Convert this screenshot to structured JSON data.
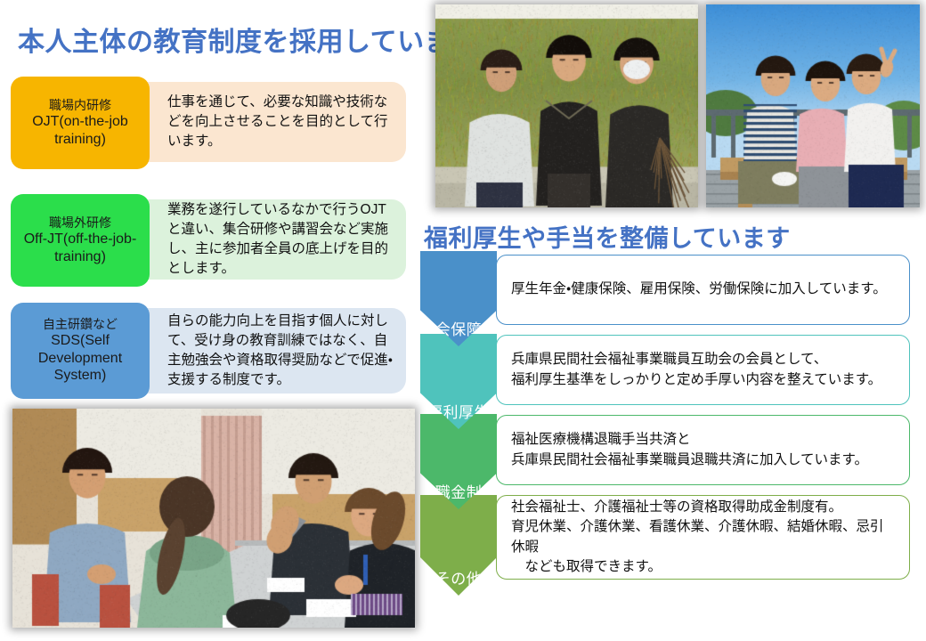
{
  "education": {
    "title": "本人主体の教育制度を採用しています",
    "title_color": "#4472C4",
    "rows": [
      {
        "tag_jp": "職場内研修",
        "tag_en": "OJT(on-the-job training)",
        "tag_color": "#F7B500",
        "desc_color": "#FBE6D0",
        "desc": "仕事を通じて、必要な知識や技術などを向上させることを目的として行います。"
      },
      {
        "tag_jp": "職場外研修",
        "tag_en": "Off-JT(off-the-job-training)",
        "tag_color": "#2BDE4B",
        "desc_color": "#DCF2DC",
        "desc": "業務を遂行しているなかで行うOJTと違い、集合研修や講習会など実施し、主に参加者全員の底上げを目的とします。"
      },
      {
        "tag_jp": "自主研鑽など",
        "tag_en": "SDS(Self Development System)",
        "tag_color": "#5B9BD5",
        "desc_color": "#DCE6F1",
        "desc": "自らの能力向上を目指す個人に対して、受け身の教育訓練ではなく、自主勉強会や資格取得奨励などで促進・支援する制度です。"
      }
    ]
  },
  "benefits": {
    "title": "福利厚生や手当を整備しています",
    "title_color": "#4472C4",
    "rows": [
      {
        "label": "社会保障等",
        "color": "#4A90C9",
        "text": "厚生年金・健康保険、雇用保険、労働保険に加入しています。"
      },
      {
        "label": "福利厚生",
        "color": "#4FC3BC",
        "text": "兵庫県民間社会福祉事業職員互助会の会員として、\n福利厚生基準をしっかりと定め手厚い内容を整えています。"
      },
      {
        "label": "退職金制度",
        "color": "#4CB86A",
        "text": "福祉医療機構退職手当共済と\n兵庫県民間社会福祉事業職員退職共済に加入しています。"
      },
      {
        "label": "その他",
        "color": "#7EAE4A",
        "text": "社会福祉士、介護福祉士等の資格取得助成金制度有。\n育児休業、介護休業、看護休業、介護休暇、結婚休暇、忌引休暇\n　なども取得できます。"
      }
    ]
  },
  "photos": [
    {
      "name": "photo-three-people-walking-outdoors",
      "caption_alt": "屋外の生垣の前を三人が並んで歩いている写真"
    },
    {
      "name": "photo-three-people-on-bench",
      "caption_alt": "青空の下、ウッドデッキのベンチに座る三人の写真"
    },
    {
      "name": "photo-staff-meeting",
      "caption_alt": "会議室でテーブルを囲み四人が話し合っている写真"
    }
  ]
}
